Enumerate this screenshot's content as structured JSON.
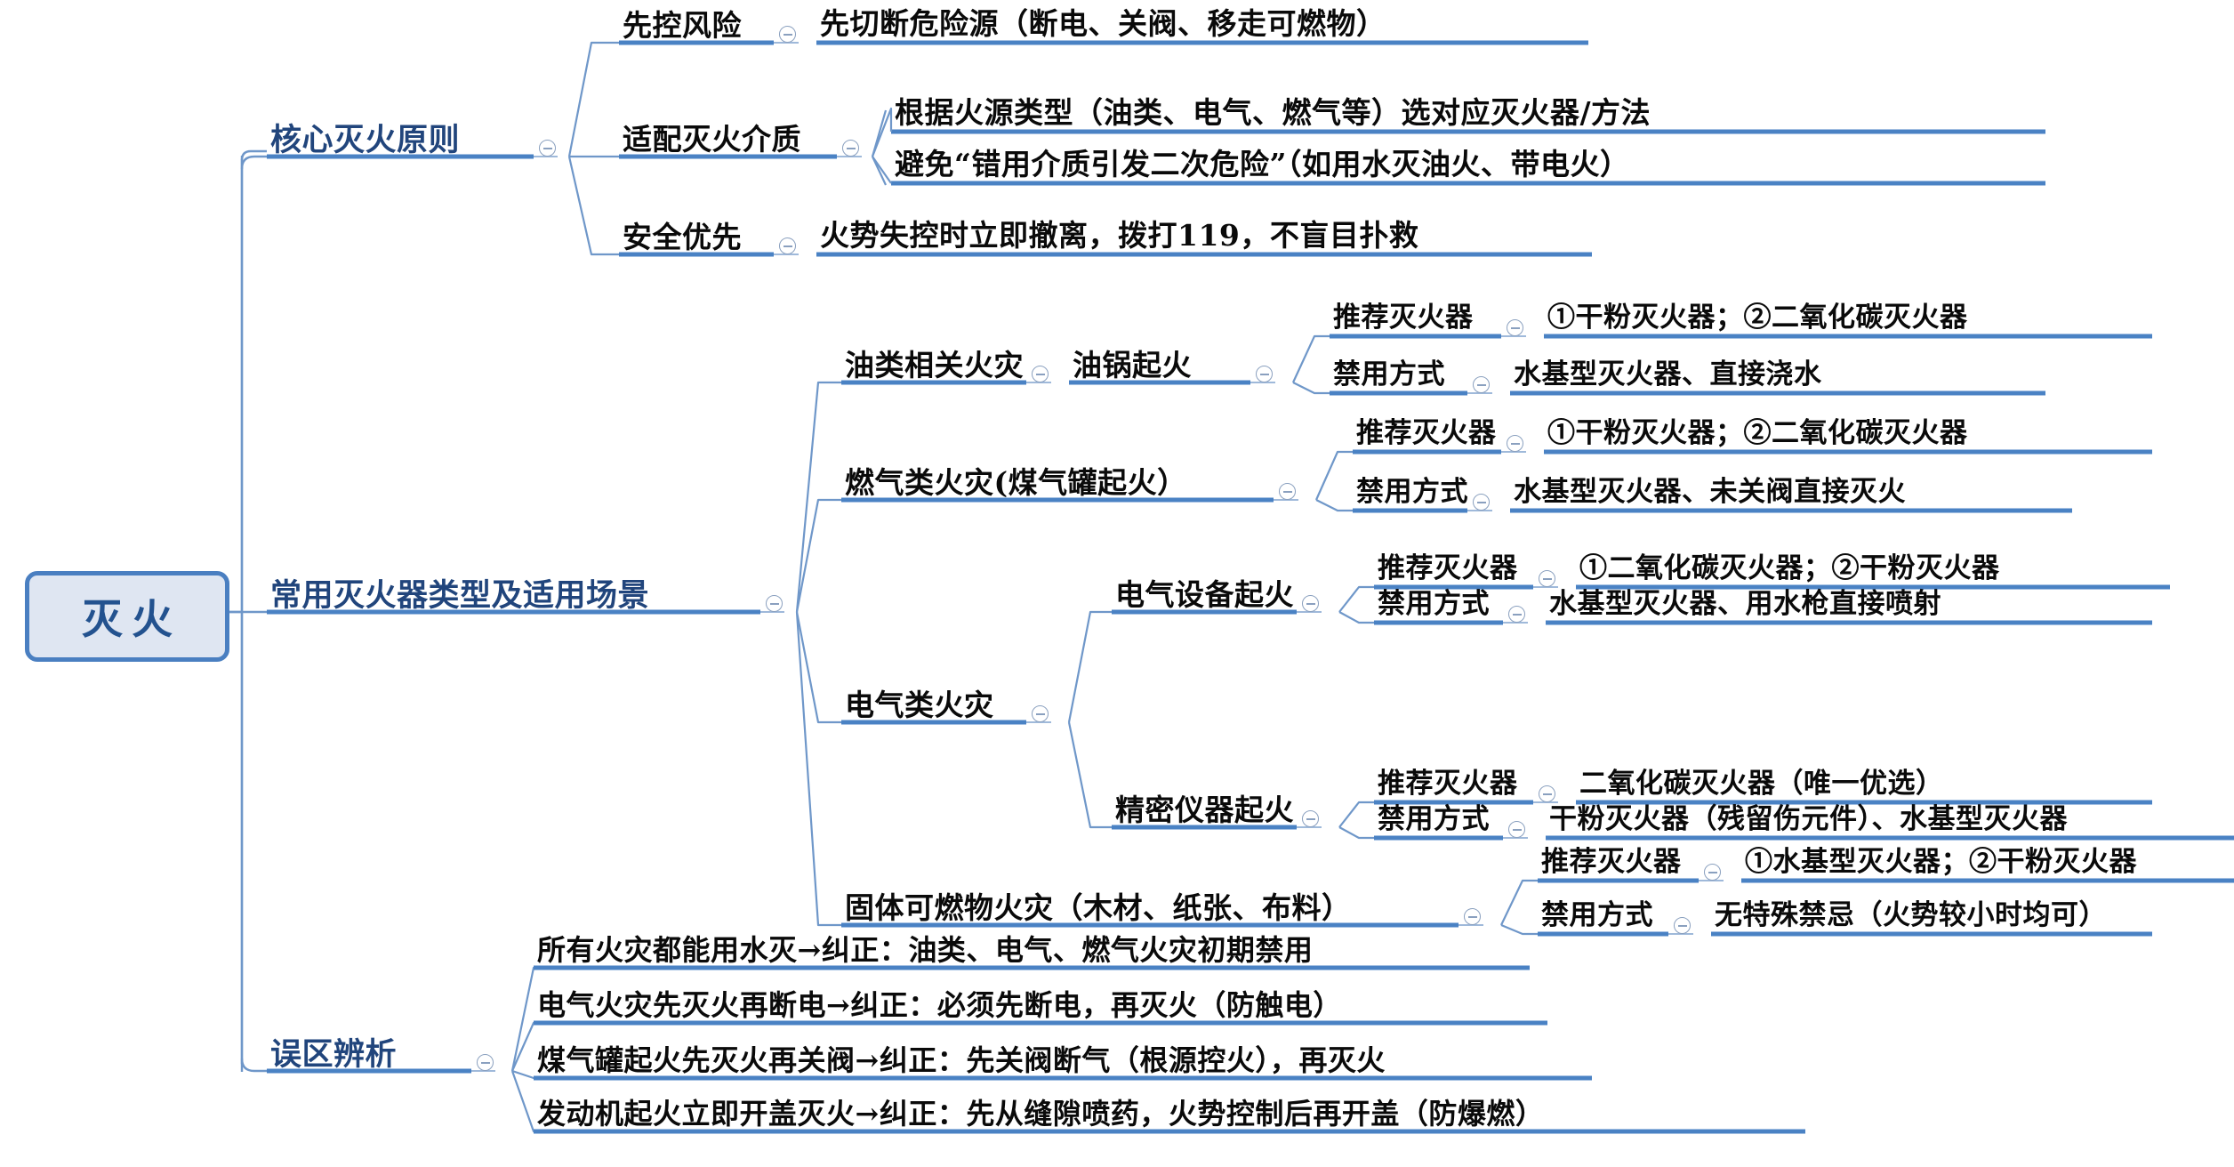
{
  "title": "灭火 思维导图",
  "theme": {
    "root_fill": "#dfe6f2",
    "root_border": "#4a7fc1",
    "root_text": "#23528f",
    "branch_line": "#5b8fd0",
    "underline": "#4a82c4",
    "connector": "#7a9cc6",
    "level1_text": "#21457c",
    "text": "#0a0a0a",
    "background": "#ffffff"
  },
  "root": {
    "label": "灭火"
  },
  "branches": [
    {
      "id": "core-principles",
      "label": "核心灭火原则",
      "children": [
        {
          "label": "先控风险",
          "details": [
            "先切断危险源（断电、关阀、移走可燃物）"
          ]
        },
        {
          "label": "适配灭火介质",
          "details": [
            "根据火源类型（油类、电气、燃气等）选对应灭火器/方法",
            "避免“错用介质引发二次危险”（如用水灭油火、带电火）"
          ]
        },
        {
          "label": "安全优先",
          "details": [
            "火势失控时立即撤离，拨打119，不盲目扑救"
          ]
        }
      ]
    },
    {
      "id": "extinguisher-types",
      "label": "常用灭火器类型及适用场景",
      "children": [
        {
          "label": "油类相关火灾",
          "scenario": "油锅起火",
          "rows": [
            {
              "key": "推荐灭火器",
              "value": "①干粉灭火器；②二氧化碳灭火器"
            },
            {
              "key": "禁用方式",
              "value": "水基型灭火器、直接浇水"
            }
          ]
        },
        {
          "label": "燃气类火灾(煤气罐起火）",
          "scenario": "",
          "rows": [
            {
              "key": "推荐灭火器",
              "value": "①干粉灭火器；②二氧化碳灭火器"
            },
            {
              "key": "禁用方式",
              "value": "水基型灭火器、未关阀直接灭火"
            }
          ]
        },
        {
          "label": "电气类火灾",
          "subnodes": [
            {
              "label": "电气设备起火",
              "rows": [
                {
                  "key": "推荐灭火器",
                  "value": "①二氧化碳灭火器；②干粉灭火器"
                },
                {
                  "key": "禁用方式",
                  "value": "水基型灭火器、用水枪直接喷射"
                }
              ]
            },
            {
              "label": "精密仪器起火",
              "rows": [
                {
                  "key": "推荐灭火器",
                  "value": "二氧化碳灭火器（唯一优选）"
                },
                {
                  "key": "禁用方式",
                  "value": "干粉灭火器（残留伤元件）、水基型灭火器"
                }
              ]
            }
          ]
        },
        {
          "label": "固体可燃物火灾（木材、纸张、布料）",
          "scenario": "",
          "rows": [
            {
              "key": "推荐灭火器",
              "value": "①水基型灭火器；②干粉灭火器"
            },
            {
              "key": "禁用方式",
              "value": "无特殊禁忌（火势较小时均可）"
            }
          ]
        }
      ]
    },
    {
      "id": "misconceptions",
      "label": "误区辨析",
      "items": [
        "所有火灾都能用水灭→纠正：油类、电气、燃气火灾初期禁用",
        "电气火灾先灭火再断电→纠正：必须先断电，再灭火（防触电）",
        "煤气罐起火先灭火再关阀→纠正：先关阀断气（根源控火），再灭火",
        "发动机起火立即开盖灭火→纠正：先从缝隙喷药，火势控制后再开盖（防爆燃）"
      ]
    }
  ],
  "icons": {
    "collapse": "collapse-toggle-icon"
  }
}
